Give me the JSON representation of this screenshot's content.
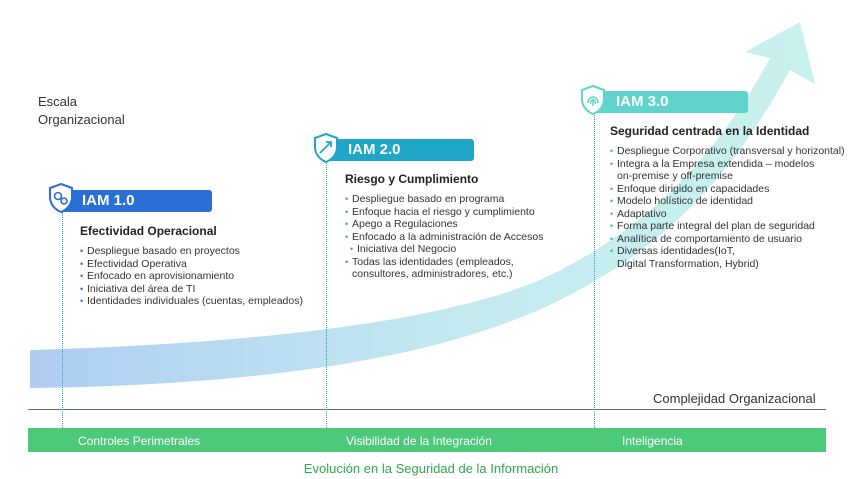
{
  "y_axis_label": "Escala\nOrganizacional",
  "x_axis_label": "Complejidad Organizacional",
  "phases": [
    "Controles Perimetrales",
    "Visibilidad de la Integración",
    "Inteligencia"
  ],
  "footer": "Evolución en la Seguridad de la Información",
  "colors": {
    "iam1": "#2a6fd6",
    "iam2": "#1fa6c9",
    "iam3": "#5fd3cc",
    "phase_bar": "#4dc97a",
    "footer_text": "#2fa84f"
  },
  "stages": [
    {
      "icon": "gears-shield-icon",
      "title": "IAM 1.0",
      "subtitle": "Efectividad Operacional",
      "items": [
        {
          "text": "Despliegue basado en proyectos"
        },
        {
          "text": "Efectividad Operativa"
        },
        {
          "text": "Enfocado en aprovisionamiento"
        },
        {
          "text": "Iniciativa del área de TI"
        },
        {
          "text": "Identidades individuales (cuentas, empleados)"
        }
      ]
    },
    {
      "icon": "arrow-shield-icon",
      "title": "IAM 2.0",
      "subtitle": "Riesgo y Cumplimiento",
      "items": [
        {
          "text": "Despliegue basado en programa"
        },
        {
          "text": "Enfoque hacia el riesgo y cumplimiento"
        },
        {
          "text": "Apego a Regulaciones"
        },
        {
          "text": "Enfocado a la administración de Accesos"
        },
        {
          "text": "Iniciativa del Negocio",
          "sub": true
        },
        {
          "text": "Todas las identidades (empleados,\nconsultores, administradores, etc.)"
        }
      ]
    },
    {
      "icon": "fingerprint-shield-icon",
      "title": "IAM 3.0",
      "subtitle": "Seguridad centrada en la Identidad",
      "items": [
        {
          "text": "Despliegue Corporativo (transversal y horizontal)"
        },
        {
          "text": "Integra a la Empresa extendida – modelos\non-premise y off-premise"
        },
        {
          "text": "Enfoque dirigido en capacidades"
        },
        {
          "text": "Modelo holístico de identidad"
        },
        {
          "text": "Adaptativo"
        },
        {
          "text": "Forma parte integral del plan de seguridad"
        },
        {
          "text": "Analítica de comportamiento de usuario"
        },
        {
          "text": "Diversas identidades(IoT,\nDigital Transformation, Hybrid)"
        }
      ]
    }
  ]
}
